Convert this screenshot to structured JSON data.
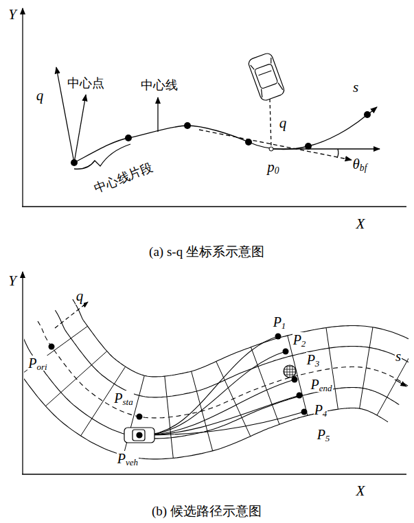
{
  "diagram": {
    "labels": [
      "Y",
      "q",
      "中心点",
      "中心线",
      "中心线片段",
      "q",
      "p0",
      "θbf",
      "s",
      "X",
      "(a) s-q 坐标系示意图",
      "Y",
      "q",
      "P1",
      "P2",
      "Pori",
      "P3",
      "Psta",
      "Pend",
      "Pveh",
      "P4",
      "P5",
      "s",
      "X",
      "(b) 候选路径示意图"
    ]
  }
}
